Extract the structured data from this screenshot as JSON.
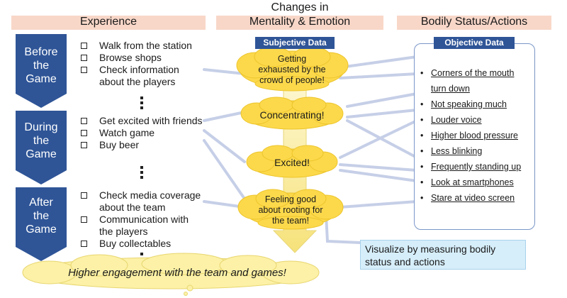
{
  "headers": {
    "experience": "Experience",
    "mentality_line1": "Changes in",
    "mentality_line2": "Mentality & Emotion",
    "bodily": "Bodily Status/Actions"
  },
  "phases": [
    {
      "line1": "Before",
      "line2": "the",
      "line3": "Game"
    },
    {
      "line1": "During",
      "line2": "the",
      "line3": "Game"
    },
    {
      "line1": "After",
      "line2": "the",
      "line3": "Game"
    }
  ],
  "before_items": [
    "Walk from the station",
    "Browse shops",
    "Check information",
    "about the players"
  ],
  "during_items": [
    "Get excited with friends",
    "Watch game",
    "Buy beer"
  ],
  "after_items": [
    "Check media coverage",
    "about the team",
    "Communication with",
    "the players",
    "Buy collectables"
  ],
  "subjective_tag": "Subjective Data",
  "objective_tag": "Objective Data",
  "clouds": {
    "c1": [
      "Getting",
      "exhausted by the",
      "crowd of people!"
    ],
    "c2": [
      "Concentrating!"
    ],
    "c3": [
      "Excited!"
    ],
    "c4": [
      "Feeling good",
      "about rooting for",
      "the team!"
    ]
  },
  "objective_items": [
    "Corners of the mouth",
    "turn down",
    "Not speaking much",
    "Louder voice",
    "Higher blood pressure",
    "Less blinking",
    "Frequently standing up",
    "Look at smartphones",
    "Stare at video screen"
  ],
  "visualize": [
    "Visualize by measuring bodily",
    "status and actions"
  ],
  "bottom_text": "Higher engagement with the team and games!",
  "colors": {
    "header_band": "#f8d7c8",
    "phase_arrow": "#2f5597",
    "cloud": "#fcd94b",
    "arrow": "#fbf0a8",
    "connector": "#c3cde6",
    "visualize_box": "#d6eefa"
  }
}
